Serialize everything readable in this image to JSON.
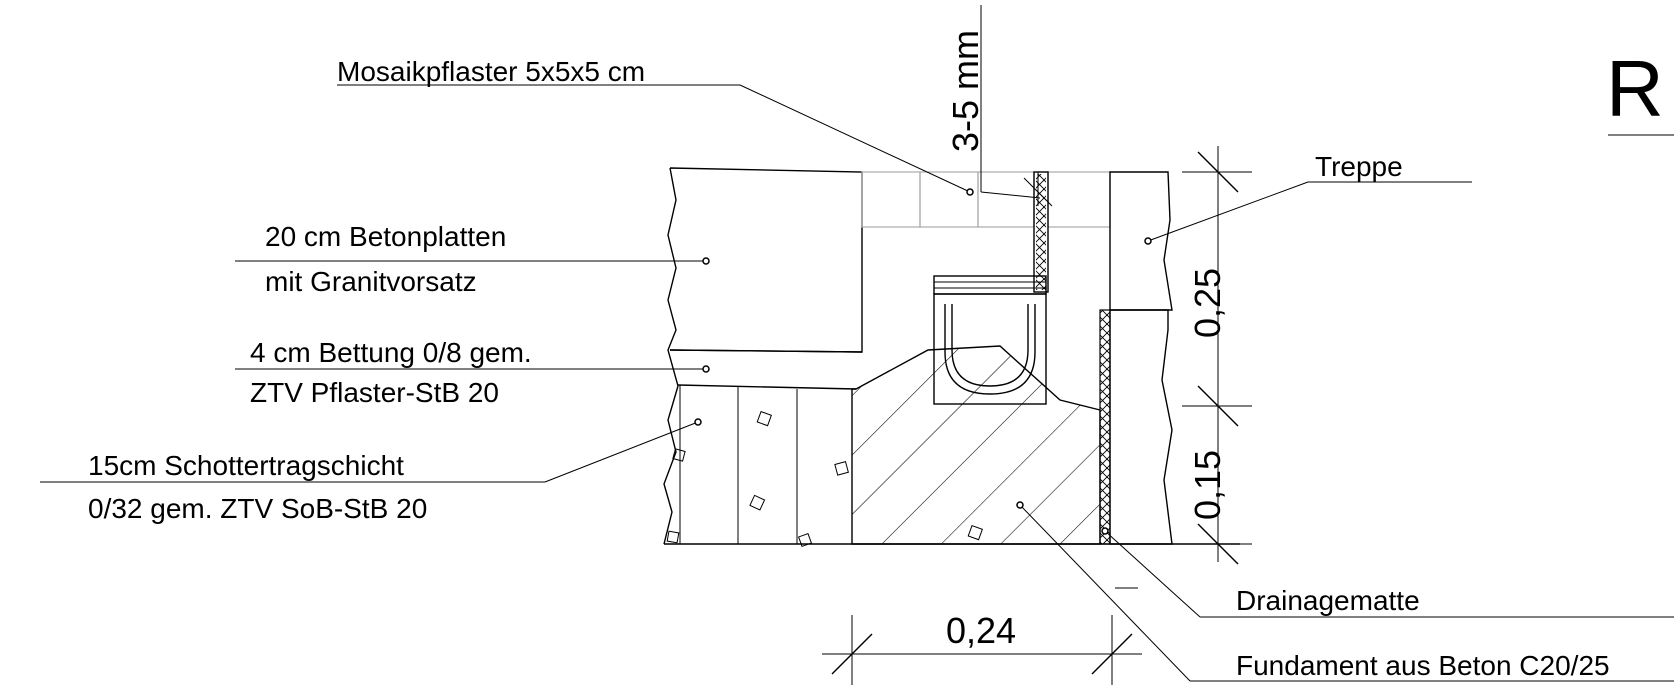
{
  "labels": {
    "mosaik": "Mosaikpflaster 5x5x5 cm",
    "gap": "3-5 mm",
    "betonplatten_1": "20 cm  Betonplatten",
    "betonplatten_2": "mit Granitvorsatz",
    "bettung_1": "4  cm  Bettung 0/8 gem.",
    "bettung_2": "ZTV Pflaster-StB 20",
    "schotter_1": "15cm Schottertragschicht",
    "schotter_2": "0/32 gem. ZTV SoB-StB 20",
    "treppe": "Treppe",
    "drainagematte": "Drainagematte",
    "fundament": "Fundament aus Beton C20/25",
    "title_partial": "R"
  },
  "dimensions": {
    "width_024": "0,24",
    "height_025": "0,25",
    "height_015": "0,15"
  },
  "colors": {
    "line": "#000000",
    "tile_outline": "#aaaaaa"
  }
}
